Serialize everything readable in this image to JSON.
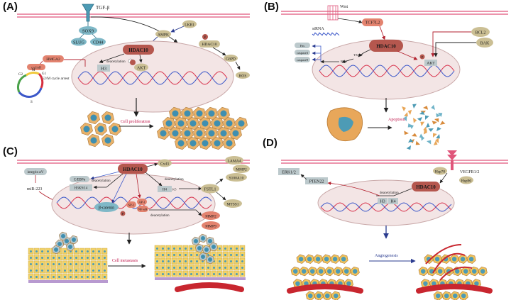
{
  "panels": {
    "a": {
      "label": "(A)",
      "tgfb": "TGF-β",
      "sox9": "SOX9",
      "slug": "SLUG",
      "cd44": "CD44",
      "lkb1": "LKB1",
      "ampk": "AMPK",
      "hdac10_small": "HDAC10",
      "g6pd": "G6PD",
      "ros": "ROS",
      "hdac10": "HDAC10",
      "deacetylation": "deacetylation",
      "h3": "H3",
      "akt": "AKT",
      "hmga2": "HMGA2",
      "cyclin": "cyclinD",
      "g2m": "G2/M cycle arrest",
      "g1": "G1",
      "g2": "G2",
      "m": "M",
      "s": "S",
      "p": "P",
      "outcome": "Cell proliferation"
    },
    "b": {
      "label": "(B)",
      "wnt": "Wnt",
      "tcf7l2": "TCF7L2",
      "sirna": "siRNA",
      "hdac10": "HDAC10",
      "txnip": "TXNIP",
      "ros": "ROS",
      "fas": "Fas",
      "caspase3": "caspase3",
      "caspase9": "caspase9",
      "bcl2": "BCL2",
      "bak": "BAK",
      "akt": "AKT",
      "p": "P",
      "outcome": "Apoptosis"
    },
    "c": {
      "label": "(C)",
      "integrin": "integrin αV",
      "mir223": "miR-223",
      "hdac10": "HDAC10",
      "cx43": "Cx43",
      "cebp": "C/EBPα",
      "deacetylation": "deacetylation",
      "h3k": "H3K9/14",
      "h4": "H4",
      "h4k5": "K5",
      "lama4": "LAMA4",
      "mmp2": "MMP2",
      "s100": "S100A10",
      "fstl1": "FSTL1",
      "mtss1": "MTSS1",
      "sp1": "SP-1",
      "ap1": "AP-1",
      "nfkb": "NF-κB",
      "catenin": "β-catenin",
      "mmp2b": "MMP2",
      "mmp9": "MMP9",
      "p": "P",
      "outcome": "Cell metastasis"
    },
    "d": {
      "label": "(D)",
      "erk": "ERK1/2",
      "pten": "PTEN22",
      "hsp70": "Hsp70",
      "hsp90": "Hsp90",
      "vegfr": "VEGFR1/2",
      "hdac10": "HDAC10",
      "deacetylation": "deacetylation",
      "h3": "H3",
      "h4": "H4",
      "outcome": "Angiogenesis"
    }
  },
  "colors": {
    "membrane": "#e0557a",
    "cell_fill": "#f3e5e5",
    "cell_stroke": "#c9a8a8",
    "hdac": "#b5574e",
    "khaki": "#cbbf94",
    "teal": "#7fb8c7",
    "salmon": "#e3836f",
    "grey": "#bcc9cc",
    "dna_red": "#d8324c",
    "dna_blue": "#3b57c9",
    "outcome_text": "#c0174b",
    "angio_text": "#2a3b8f"
  }
}
